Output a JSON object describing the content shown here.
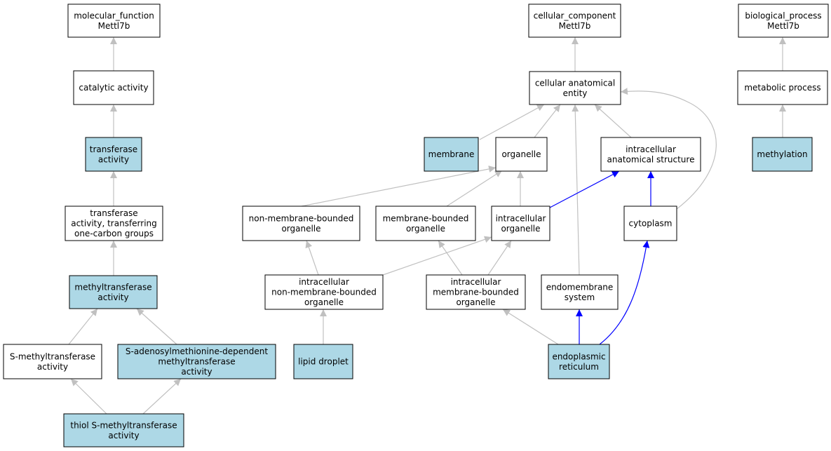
{
  "colors": {
    "highlight_fill": "#add8e6",
    "plain_fill": "#ffffff",
    "gray_edge": "#c0c0c0",
    "blue_edge": "#0000ff",
    "border": "#000000"
  },
  "nodes": {
    "mf_root": {
      "lines": [
        "molecular_function",
        "Mettl7b"
      ],
      "highlight": false
    },
    "catalytic": {
      "lines": [
        "catalytic activity"
      ],
      "highlight": false
    },
    "transferase": {
      "lines": [
        "transferase",
        "activity"
      ],
      "highlight": true
    },
    "transferase_onecarbon": {
      "lines": [
        "transferase",
        "activity, transferring",
        "one-carbon groups"
      ],
      "highlight": false
    },
    "methyltransferase": {
      "lines": [
        "methyltransferase",
        "activity"
      ],
      "highlight": true
    },
    "s_methyltransferase": {
      "lines": [
        "S-methyltransferase",
        "activity"
      ],
      "highlight": false
    },
    "sam_dependent": {
      "lines": [
        "S-adenosylmethionine-dependent",
        "methyltransferase",
        "activity"
      ],
      "highlight": true
    },
    "thiol": {
      "lines": [
        "thiol S-methyltransferase",
        "activity"
      ],
      "highlight": true
    },
    "cc_root": {
      "lines": [
        "cellular_component",
        "Mettl7b"
      ],
      "highlight": false
    },
    "cae": {
      "lines": [
        "cellular anatomical",
        "entity"
      ],
      "highlight": false
    },
    "membrane": {
      "lines": [
        "membrane"
      ],
      "highlight": true
    },
    "organelle": {
      "lines": [
        "organelle"
      ],
      "highlight": false
    },
    "ias": {
      "lines": [
        "intracellular",
        "anatomical structure"
      ],
      "highlight": false
    },
    "nmbo": {
      "lines": [
        "non-membrane-bounded",
        "organelle"
      ],
      "highlight": false
    },
    "mbo": {
      "lines": [
        "membrane-bounded",
        "organelle"
      ],
      "highlight": false
    },
    "io": {
      "lines": [
        "intracellular",
        "organelle"
      ],
      "highlight": false
    },
    "cytoplasm": {
      "lines": [
        "cytoplasm"
      ],
      "highlight": false
    },
    "inmbo": {
      "lines": [
        "intracellular",
        "non-membrane-bounded",
        "organelle"
      ],
      "highlight": false
    },
    "imbo": {
      "lines": [
        "intracellular",
        "membrane-bounded",
        "organelle"
      ],
      "highlight": false
    },
    "endomembrane": {
      "lines": [
        "endomembrane",
        "system"
      ],
      "highlight": false
    },
    "lipid": {
      "lines": [
        "lipid droplet"
      ],
      "highlight": true
    },
    "er": {
      "lines": [
        "endoplasmic",
        "reticulum"
      ],
      "highlight": true
    },
    "bp_root": {
      "lines": [
        "biological_process",
        "Mettl7b"
      ],
      "highlight": false
    },
    "metabolic": {
      "lines": [
        "metabolic process"
      ],
      "highlight": false
    },
    "methylation": {
      "lines": [
        "methylation"
      ],
      "highlight": true
    }
  },
  "edges": [
    {
      "from": "catalytic",
      "to": "mf_root",
      "color": "gray"
    },
    {
      "from": "transferase",
      "to": "catalytic",
      "color": "gray"
    },
    {
      "from": "transferase_onecarbon",
      "to": "transferase",
      "color": "gray"
    },
    {
      "from": "methyltransferase",
      "to": "transferase_onecarbon",
      "color": "gray"
    },
    {
      "from": "s_methyltransferase",
      "to": "methyltransferase",
      "color": "gray"
    },
    {
      "from": "sam_dependent",
      "to": "methyltransferase",
      "color": "gray"
    },
    {
      "from": "thiol",
      "to": "s_methyltransferase",
      "color": "gray"
    },
    {
      "from": "thiol",
      "to": "sam_dependent",
      "color": "gray"
    },
    {
      "from": "cae",
      "to": "cc_root",
      "color": "gray"
    },
    {
      "from": "membrane",
      "to": "cae",
      "color": "gray"
    },
    {
      "from": "organelle",
      "to": "cae",
      "color": "gray"
    },
    {
      "from": "ias",
      "to": "cae",
      "color": "gray"
    },
    {
      "from": "cytoplasm",
      "to": "cae",
      "color": "gray"
    },
    {
      "from": "endomembrane",
      "to": "cae",
      "color": "gray"
    },
    {
      "from": "nmbo",
      "to": "organelle",
      "color": "gray"
    },
    {
      "from": "mbo",
      "to": "organelle",
      "color": "gray"
    },
    {
      "from": "io",
      "to": "organelle",
      "color": "gray"
    },
    {
      "from": "io",
      "to": "ias",
      "color": "blue"
    },
    {
      "from": "cytoplasm",
      "to": "ias",
      "color": "blue"
    },
    {
      "from": "inmbo",
      "to": "nmbo",
      "color": "gray"
    },
    {
      "from": "inmbo",
      "to": "io",
      "color": "gray"
    },
    {
      "from": "imbo",
      "to": "mbo",
      "color": "gray"
    },
    {
      "from": "imbo",
      "to": "io",
      "color": "gray"
    },
    {
      "from": "lipid",
      "to": "inmbo",
      "color": "gray"
    },
    {
      "from": "er",
      "to": "imbo",
      "color": "gray"
    },
    {
      "from": "er",
      "to": "endomembrane",
      "color": "blue"
    },
    {
      "from": "er",
      "to": "cytoplasm",
      "color": "blue"
    },
    {
      "from": "metabolic",
      "to": "bp_root",
      "color": "gray"
    },
    {
      "from": "methylation",
      "to": "metabolic",
      "color": "gray"
    }
  ]
}
